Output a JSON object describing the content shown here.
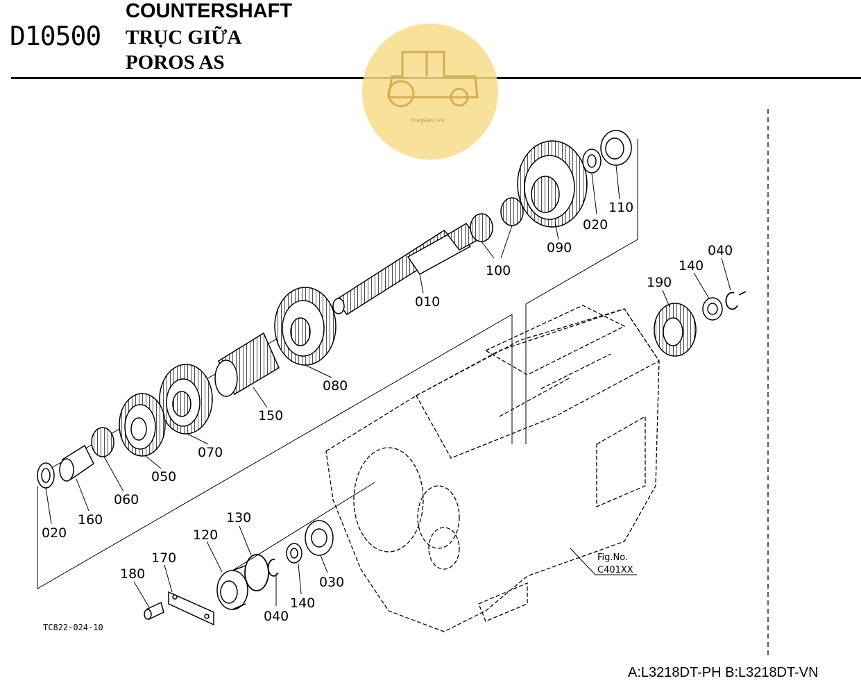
{
  "header": {
    "code": "D10500",
    "title_en": "COUNTERSHAFT",
    "title_vi": "TRỤC GIỮA",
    "title_id": "POROS AS"
  },
  "watermark": {
    "text": "maykeo.vn",
    "color": "#f7dc8a"
  },
  "labels": {
    "p010": "010",
    "p020a": "020",
    "p020b": "020",
    "p030": "030",
    "p040a": "040",
    "p040b": "040",
    "p050": "050",
    "p060": "060",
    "p070": "070",
    "p080": "080",
    "p090": "090",
    "p100": "100",
    "p110": "110",
    "p120": "120",
    "p130": "130",
    "p140a": "140",
    "p140b": "140",
    "p150": "150",
    "p160": "160",
    "p170": "170",
    "p180": "180",
    "p190": "190"
  },
  "figure": {
    "fig_label": "Fig.No.",
    "fig_number": "C401XX",
    "drawing_id": "TC822-024-10"
  },
  "footer": {
    "models": "A:L3218DT-PH B:L3218DT-VN"
  }
}
